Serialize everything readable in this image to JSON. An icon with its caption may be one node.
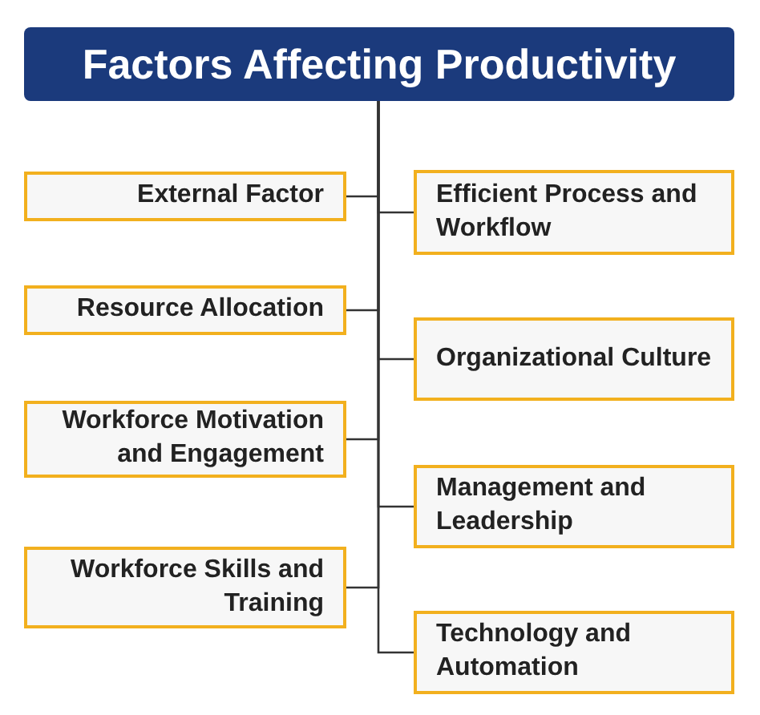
{
  "diagram": {
    "nodes": [
      {
        "text": [
          "Factors Affecting Productivity"
        ]
      },
      {
        "text": [
          "External Factor"
        ]
      },
      {
        "text": [
          "Efficient Process and Workflow"
        ]
      },
      {
        "text": [
          "Resource Allocation"
        ]
      },
      {
        "text": [
          "Organizational Culture"
        ]
      },
      {
        "text": [
          "Workforce Motivation and Engagement"
        ]
      },
      {
        "text": [
          "Management and Leadership"
        ]
      },
      {
        "text": [
          "Workforce Skills and Training"
        ]
      },
      {
        "text": [
          "Technology and Automation"
        ]
      }
    ],
    "edges": [
      {
        "from": 0,
        "to": 1,
        "arrow": "none"
      },
      {
        "from": 0,
        "to": 2,
        "arrow": "none"
      },
      {
        "from": 0,
        "to": 3,
        "arrow": "none"
      },
      {
        "from": 0,
        "to": 4,
        "arrow": "none"
      },
      {
        "from": 0,
        "to": 5,
        "arrow": "none"
      },
      {
        "from": 0,
        "to": 6,
        "arrow": "none"
      },
      {
        "from": 0,
        "to": 7,
        "arrow": "none"
      },
      {
        "from": 0,
        "to": 8,
        "arrow": "none"
      }
    ]
  }
}
